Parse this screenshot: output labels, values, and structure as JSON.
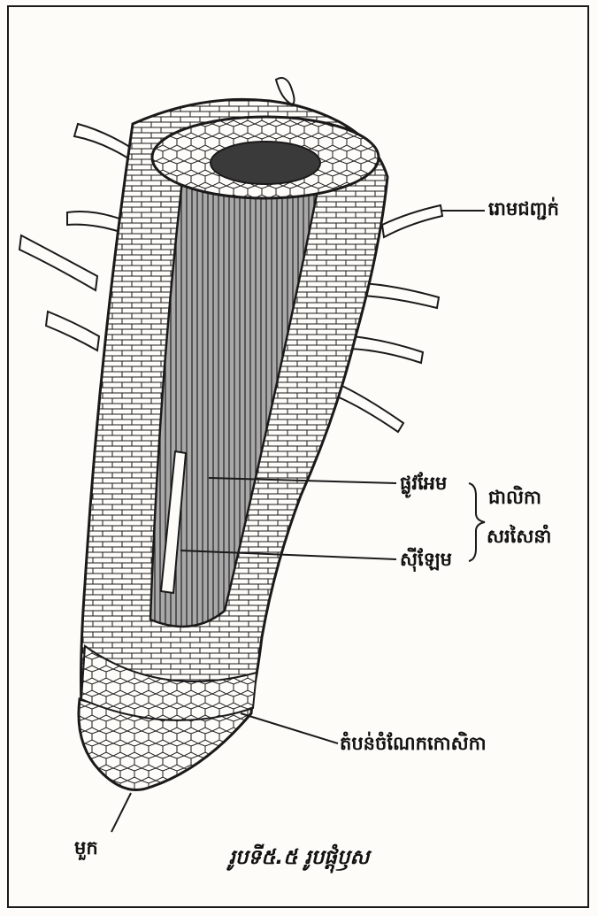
{
  "figure": {
    "caption": "រូបទី៥.៥ រូបផ្ដុំឫស",
    "labels": {
      "root_hair": "រោមជញ្ជក់",
      "phloem": "ផ្លូវអែម",
      "xylem": "ស៊ីឡែម",
      "vascular_bundle_line1": "ជាលិកា",
      "vascular_bundle_line2": "សរសៃនាំ",
      "zone_of_cell_division": "តំបន់ចំណែកកោសិកា",
      "root_cap": "មួក"
    }
  },
  "colors": {
    "ink": "#1a1a1a",
    "stele": "#9a9a9a",
    "paper": "#fdfcf8"
  }
}
